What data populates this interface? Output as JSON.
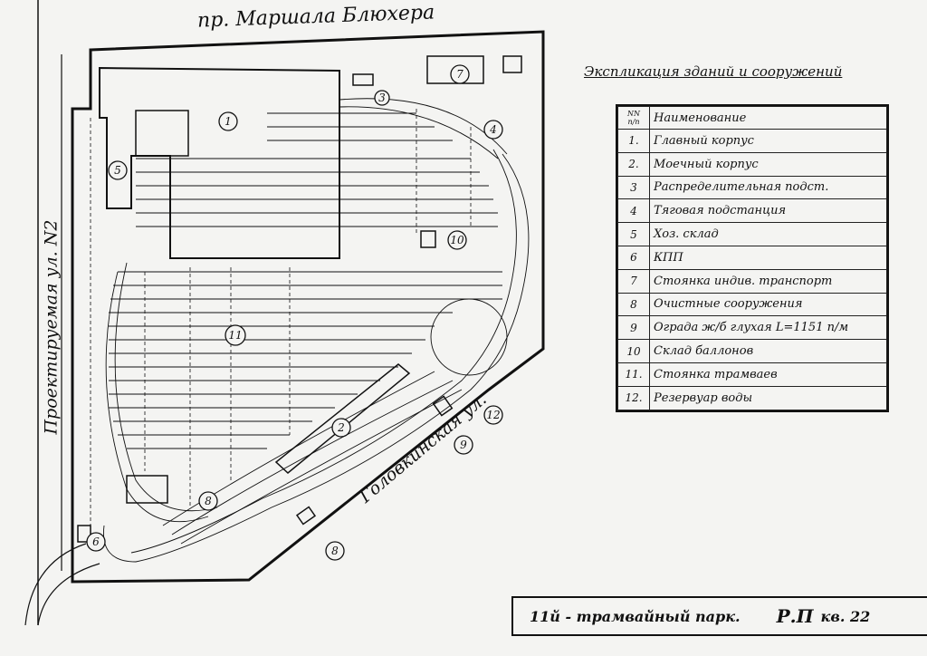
{
  "streets": {
    "top": "пр. Маршала Блюхера",
    "left": "Проектируемая ул. N2",
    "diagonal": "Головкинская ул."
  },
  "legend": {
    "title": "Экспликация зданий и сооружений",
    "header_num": [
      "NN",
      "п/п"
    ],
    "header_name": "Наименование",
    "items": [
      {
        "num": "1.",
        "name": "Главный корпус"
      },
      {
        "num": "2.",
        "name": "Моечный корпус"
      },
      {
        "num": "3",
        "name": "Распределительная подст."
      },
      {
        "num": "4",
        "name": "Тяговая подстанция"
      },
      {
        "num": "5",
        "name": "Хоз. склад"
      },
      {
        "num": "6",
        "name": "КПП"
      },
      {
        "num": "7",
        "name": "Стоянка индив. транспорт"
      },
      {
        "num": "8",
        "name": "Очистные сооружения"
      },
      {
        "num": "9",
        "name": "Ограда ж/б глухая L=1151 п/м"
      },
      {
        "num": "10",
        "name": "Склад баллонов"
      },
      {
        "num": "11.",
        "name": "Стоянка трамваев"
      },
      {
        "num": "12.",
        "name": "Резервуар воды"
      }
    ]
  },
  "stamp": {
    "title": "11й - трамвайный парк.",
    "code": "Р.П",
    "sheet": "кв. 22"
  },
  "plan_markers": [
    "1",
    "2",
    "3",
    "4",
    "5",
    "6",
    "7",
    "8",
    "8",
    "9",
    "10",
    "11",
    "12"
  ],
  "colors": {
    "ink": "#111111",
    "paper": "#f4f4f2"
  }
}
